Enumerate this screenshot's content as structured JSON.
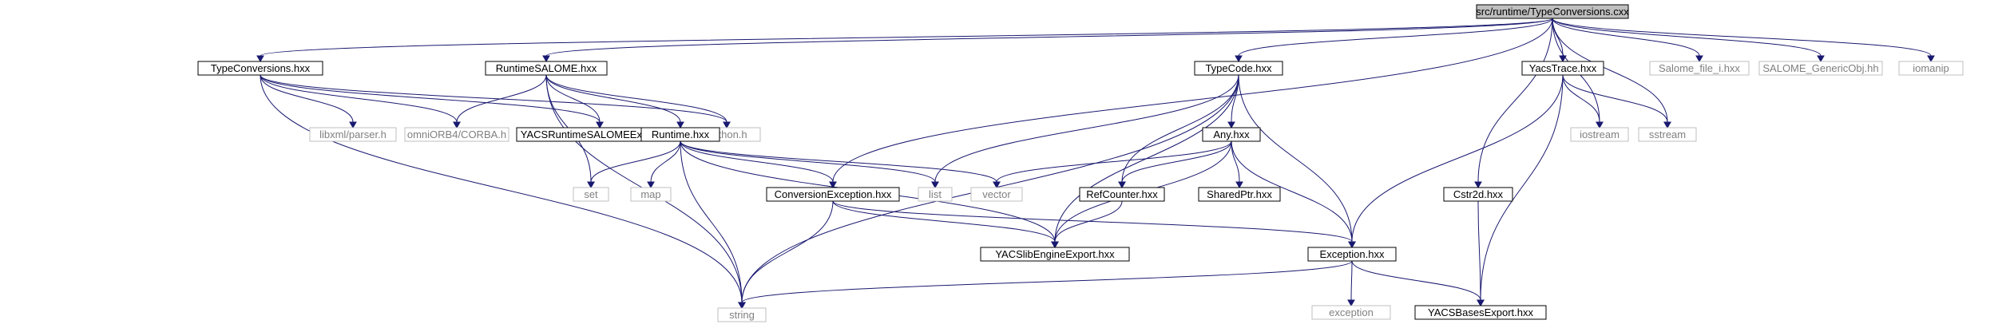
{
  "colors": {
    "edge": "#191970",
    "root_fill": "#bfbfbf",
    "root_border": "#000000",
    "local_border": "#000000",
    "external_border": "#bfbfbf",
    "external_text": "#808080",
    "local_text": "#000000"
  },
  "nodes": [
    {
      "id": "root",
      "label": "src/runtime/TypeConversions.cxx",
      "kind": "root"
    },
    {
      "id": "typeconv_hxx",
      "label": "TypeConversions.hxx",
      "kind": "local"
    },
    {
      "id": "runtime_salome",
      "label": "RuntimeSALOME.hxx",
      "kind": "local"
    },
    {
      "id": "typecode",
      "label": "TypeCode.hxx",
      "kind": "local"
    },
    {
      "id": "yacstrace",
      "label": "YacsTrace.hxx",
      "kind": "local"
    },
    {
      "id": "salome_file",
      "label": "Salome_file_i.hxx",
      "kind": "external"
    },
    {
      "id": "salome_generic",
      "label": "SALOME_GenericObj.hh",
      "kind": "external"
    },
    {
      "id": "iomanip",
      "label": "iomanip",
      "kind": "external"
    },
    {
      "id": "libxml",
      "label": "libxml/parser.h",
      "kind": "external"
    },
    {
      "id": "omniorb",
      "label": "omniORB4/CORBA.h",
      "kind": "external"
    },
    {
      "id": "yacs_runtime_export",
      "label": "YACSRuntimeSALOMEExport.hxx",
      "kind": "local"
    },
    {
      "id": "python",
      "label": "Python.h",
      "kind": "external"
    },
    {
      "id": "runtime_hxx",
      "label": "Runtime.hxx",
      "kind": "local"
    },
    {
      "id": "any",
      "label": "Any.hxx",
      "kind": "local"
    },
    {
      "id": "iostream",
      "label": "iostream",
      "kind": "external"
    },
    {
      "id": "sstream",
      "label": "sstream",
      "kind": "external"
    },
    {
      "id": "set",
      "label": "set",
      "kind": "external"
    },
    {
      "id": "map",
      "label": "map",
      "kind": "external"
    },
    {
      "id": "conversion_exc",
      "label": "ConversionException.hxx",
      "kind": "local"
    },
    {
      "id": "list",
      "label": "list",
      "kind": "external"
    },
    {
      "id": "vector",
      "label": "vector",
      "kind": "external"
    },
    {
      "id": "refcounter",
      "label": "RefCounter.hxx",
      "kind": "local"
    },
    {
      "id": "sharedptr",
      "label": "SharedPtr.hxx",
      "kind": "local"
    },
    {
      "id": "cstr2d",
      "label": "Cstr2d.hxx",
      "kind": "local"
    },
    {
      "id": "yacslib_engine",
      "label": "YACSlibEngineExport.hxx",
      "kind": "local"
    },
    {
      "id": "exception_hxx",
      "label": "Exception.hxx",
      "kind": "local"
    },
    {
      "id": "exception",
      "label": "exception",
      "kind": "external"
    },
    {
      "id": "string",
      "label": "string",
      "kind": "external"
    },
    {
      "id": "yacsbases_export",
      "label": "YACSBasesExport.hxx",
      "kind": "local"
    }
  ],
  "edges": [
    [
      "root",
      "typeconv_hxx"
    ],
    [
      "root",
      "runtime_salome"
    ],
    [
      "root",
      "typecode"
    ],
    [
      "root",
      "yacstrace"
    ],
    [
      "root",
      "salome_file"
    ],
    [
      "root",
      "salome_generic"
    ],
    [
      "root",
      "iomanip"
    ],
    [
      "root",
      "conversion_exc"
    ],
    [
      "root",
      "cstr2d"
    ],
    [
      "root",
      "iostream"
    ],
    [
      "root",
      "sstream"
    ],
    [
      "typeconv_hxx",
      "libxml"
    ],
    [
      "typeconv_hxx",
      "omniorb"
    ],
    [
      "typeconv_hxx",
      "yacs_runtime_export"
    ],
    [
      "typeconv_hxx",
      "python"
    ],
    [
      "typeconv_hxx",
      "string"
    ],
    [
      "runtime_salome",
      "omniorb"
    ],
    [
      "runtime_salome",
      "yacs_runtime_export"
    ],
    [
      "runtime_salome",
      "python"
    ],
    [
      "runtime_salome",
      "runtime_hxx"
    ],
    [
      "runtime_salome",
      "set"
    ],
    [
      "runtime_salome",
      "string"
    ],
    [
      "runtime_hxx",
      "set"
    ],
    [
      "runtime_hxx",
      "map"
    ],
    [
      "runtime_hxx",
      "conversion_exc"
    ],
    [
      "runtime_hxx",
      "list"
    ],
    [
      "runtime_hxx",
      "vector"
    ],
    [
      "runtime_hxx",
      "string"
    ],
    [
      "runtime_hxx",
      "yacslib_engine"
    ],
    [
      "typecode",
      "any"
    ],
    [
      "typecode",
      "list"
    ],
    [
      "typecode",
      "refcounter"
    ],
    [
      "typecode",
      "yacslib_engine"
    ],
    [
      "typecode",
      "exception_hxx"
    ],
    [
      "typecode",
      "string"
    ],
    [
      "any",
      "vector"
    ],
    [
      "any",
      "refcounter"
    ],
    [
      "any",
      "sharedptr"
    ],
    [
      "any",
      "exception_hxx"
    ],
    [
      "any",
      "yacslib_engine"
    ],
    [
      "refcounter",
      "yacslib_engine"
    ],
    [
      "conversion_exc",
      "yacslib_engine"
    ],
    [
      "conversion_exc",
      "exception_hxx"
    ],
    [
      "conversion_exc",
      "string"
    ],
    [
      "yacstrace",
      "iostream"
    ],
    [
      "yacstrace",
      "sstream"
    ],
    [
      "yacstrace",
      "exception_hxx"
    ],
    [
      "yacstrace",
      "yacsbases_export"
    ],
    [
      "exception_hxx",
      "exception"
    ],
    [
      "exception_hxx",
      "string"
    ],
    [
      "exception_hxx",
      "yacsbases_export"
    ],
    [
      "cstr2d",
      "yacsbases_export"
    ]
  ]
}
